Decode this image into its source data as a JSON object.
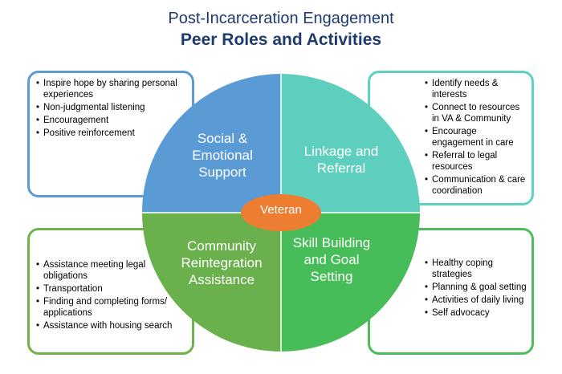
{
  "header": {
    "line1": "Post-Incarceration Engagement",
    "line2": "Peer Roles and Activities"
  },
  "center": "Veteran",
  "colors": {
    "social": "#5b9bd5",
    "linkage": "#5ecfbe",
    "reintegration": "#6ab04c",
    "skill": "#46bd59",
    "veteran": "#ed7d31",
    "title": "#1f3a6e"
  },
  "segments": {
    "social": "Social & Emotional Support",
    "linkage": "Linkage and Referral",
    "reintegration": "Community Reintegration Assistance",
    "skill": "Skill Building and Goal Setting"
  },
  "boxes": {
    "social": [
      "Inspire hope by sharing personal experiences",
      "Non-judgmental listening",
      "Encouragement",
      "Positive reinforcement"
    ],
    "linkage": [
      "Identify needs & interests",
      "Connect to resources in VA & Community",
      "Encourage engagement in care",
      " Referral to legal resources",
      "Communication & care coordination"
    ],
    "reintegration": [
      "Assistance meeting legal obligations",
      "Transportation",
      " Finding and completing forms/ applications",
      "Assistance with housing search"
    ],
    "skill": [
      "Healthy coping strategies",
      "Planning & goal setting",
      "Activities of daily living",
      " Self advocacy"
    ]
  }
}
